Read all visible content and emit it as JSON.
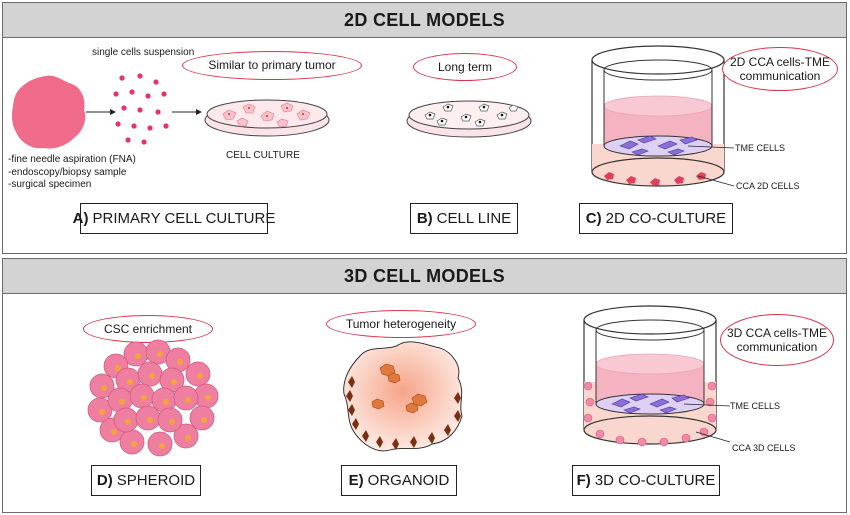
{
  "sections": {
    "two_d": {
      "title": "2D CELL MODELS",
      "single_cells_label": "single cells suspension",
      "sources": [
        "-fine needle aspiration (FNA)",
        "-endoscopy/biopsy sample",
        "-surgical specimen"
      ],
      "cell_culture_label": "CELL CULTURE",
      "ovals": {
        "a": "Similar to primary tumor",
        "b": "Long term",
        "c": "2D CCA cells-TME communication"
      },
      "panels": {
        "a": {
          "letter": "A)",
          "name": "PRIMARY CELL CULTURE"
        },
        "b": {
          "letter": "B)",
          "name": "CELL LINE"
        },
        "c": {
          "letter": "C)",
          "name": "2D CO-CULTURE"
        }
      },
      "annotations": {
        "tme": "TME CELLS",
        "cca": "CCA 2D CELLS"
      }
    },
    "three_d": {
      "title": "3D CELL MODELS",
      "ovals": {
        "d": "CSC enrichment",
        "e": "Tumor heterogeneity",
        "f": "3D CCA cells-TME communication"
      },
      "panels": {
        "d": {
          "letter": "D)",
          "name": "SPHEROID"
        },
        "e": {
          "letter": "E)",
          "name": "ORGANOID"
        },
        "f": {
          "letter": "F)",
          "name": "3D CO-CULTURE"
        }
      },
      "annotations": {
        "tme": "TME CELLS",
        "cca": "CCA 3D CELLS"
      }
    }
  },
  "colors": {
    "header_bg": "#d3d3d3",
    "oval_border": "#d9344a",
    "tumor_pink": "#f06a8a",
    "medium_pink": "#f4b6c2",
    "tme_purple": "#8a6fd6",
    "cca_red": "#e0405a",
    "orange_core": "#f2a33a"
  }
}
